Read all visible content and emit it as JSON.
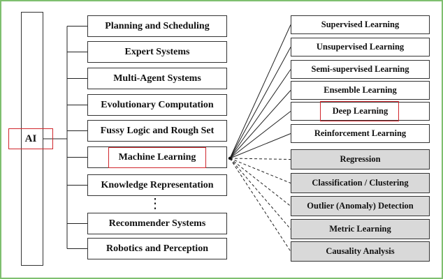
{
  "root": {
    "label": "AI"
  },
  "ai_fields": [
    "Planning and Scheduling",
    "Expert Systems",
    "Multi-Agent Systems",
    "Evolutionary Computation",
    "Fussy Logic and Rough Set",
    "Machine Learning",
    "Knowledge Representation",
    "Recommender Systems",
    "Robotics and Perception"
  ],
  "ellipsis": "⋮",
  "learning_types": [
    "Supervised Learning",
    "Unsupervised Learning",
    "Semi-supervised Learning",
    "Ensemble Learning",
    "Deep Learning",
    "Reinforcement Learning"
  ],
  "learning_tasks": [
    "Regression",
    "Classification / Clustering",
    "Outlier (Anomaly) Detection",
    "Metric Learning",
    "Causality Analysis"
  ],
  "colors": {
    "highlight": "#d0262c",
    "task_fill": "#d9d9d9",
    "frame": "#7fbf6f"
  }
}
